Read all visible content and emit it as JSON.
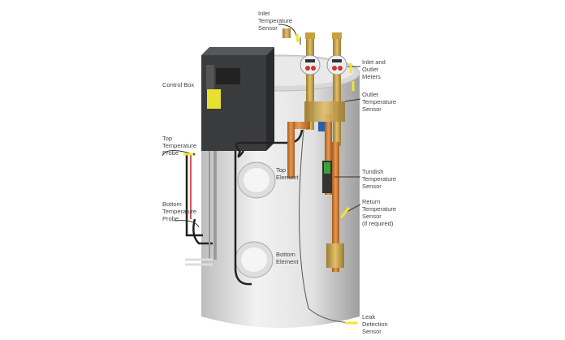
{
  "labels": {
    "inlet_temp_sensor": "Inlet\nTemperature\nSensor",
    "meters": "Inlet and\nOutlet\nMeters",
    "outlet_temp_sensor": "Outlet\nTemperature\nSensor",
    "control_box": "Control Box",
    "top_probe": "Top\nTemperature\nProbe",
    "top_element": "Top\nElement",
    "tundish_sensor": "Tundish\nTemperature\nSensor",
    "return_sensor": "Return\nTemperature\nSensor\n(if required)",
    "bottom_probe": "Bottom\nTemperature\nProbe",
    "bottom_element": "Bottom\nElement",
    "leak_sensor": "Leak\nDetection\nSensor"
  },
  "colors": {
    "tank": "#e6e6e6",
    "control_box": "#3a3b3d",
    "display_yellow": "#e8e030",
    "copper": "#c8762e",
    "brass": "#c9a04a",
    "sensor_yellow": "#f2e52a"
  }
}
